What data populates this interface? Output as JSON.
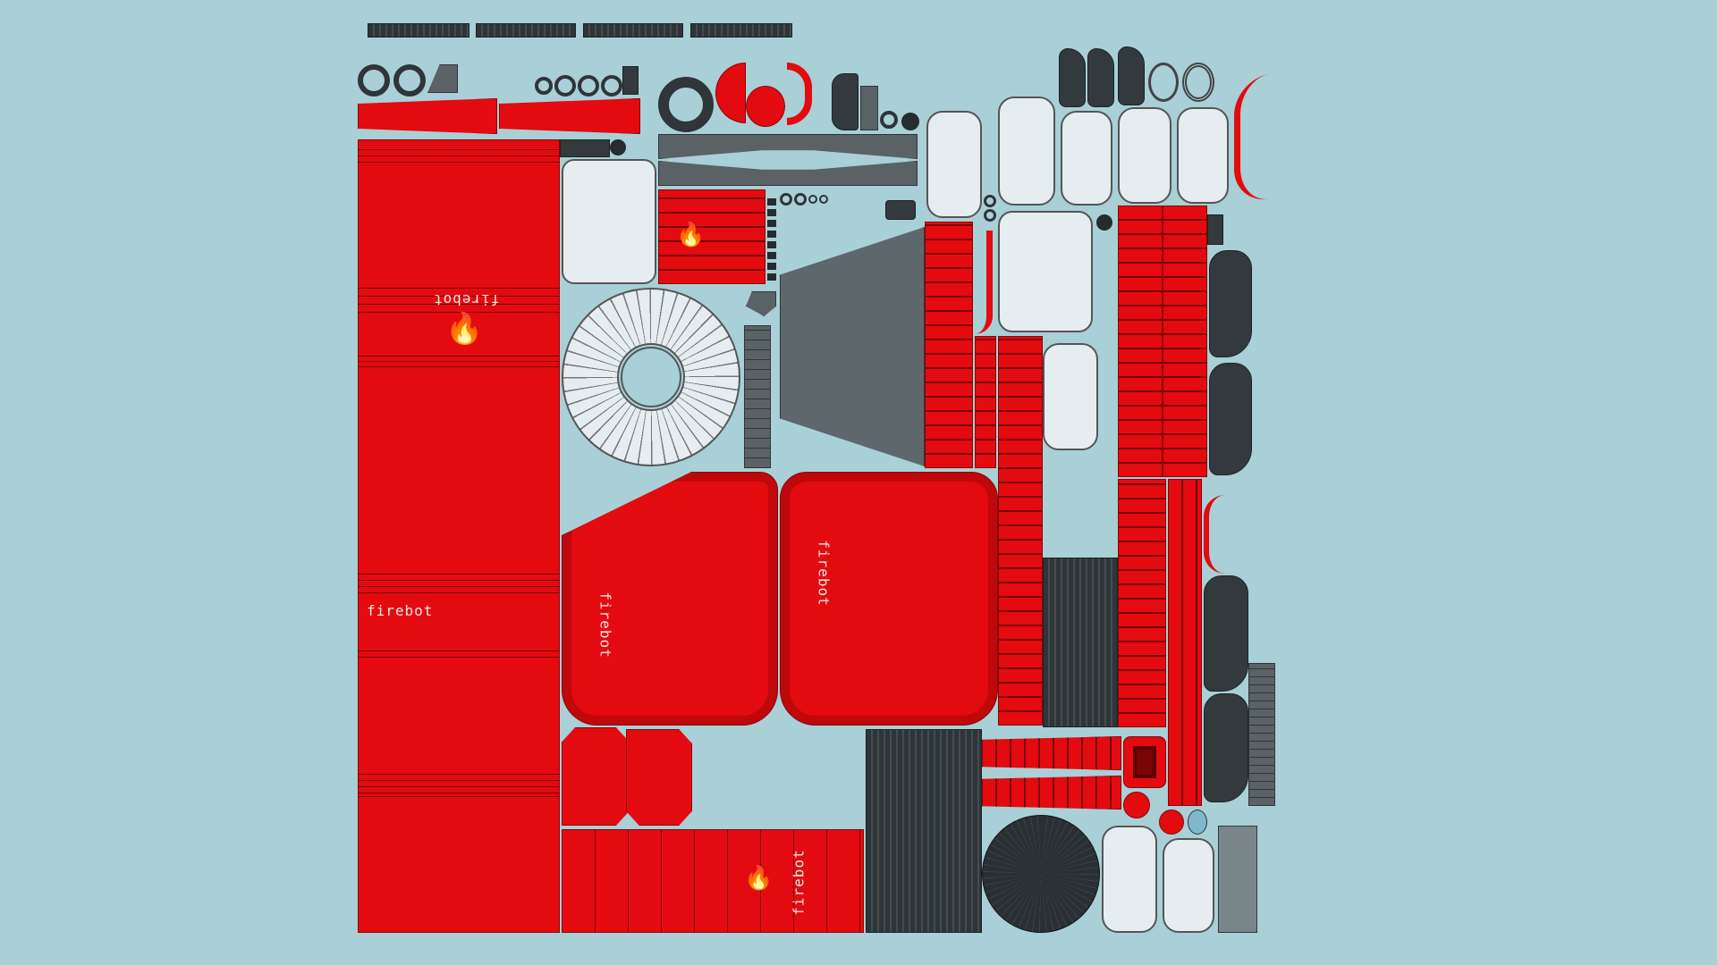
{
  "texture": {
    "background_color": "#a8d0d6",
    "colors": {
      "red": "#e30b0f",
      "dark": "#333a3e",
      "grey": "#5a6266",
      "white": "#e6edf0"
    },
    "brand_labels": [
      "firebot",
      "firebot",
      "firebot",
      "firebot",
      "firebot"
    ],
    "icons": [
      "flame-logo",
      "flame-logo",
      "flame-logo"
    ]
  }
}
